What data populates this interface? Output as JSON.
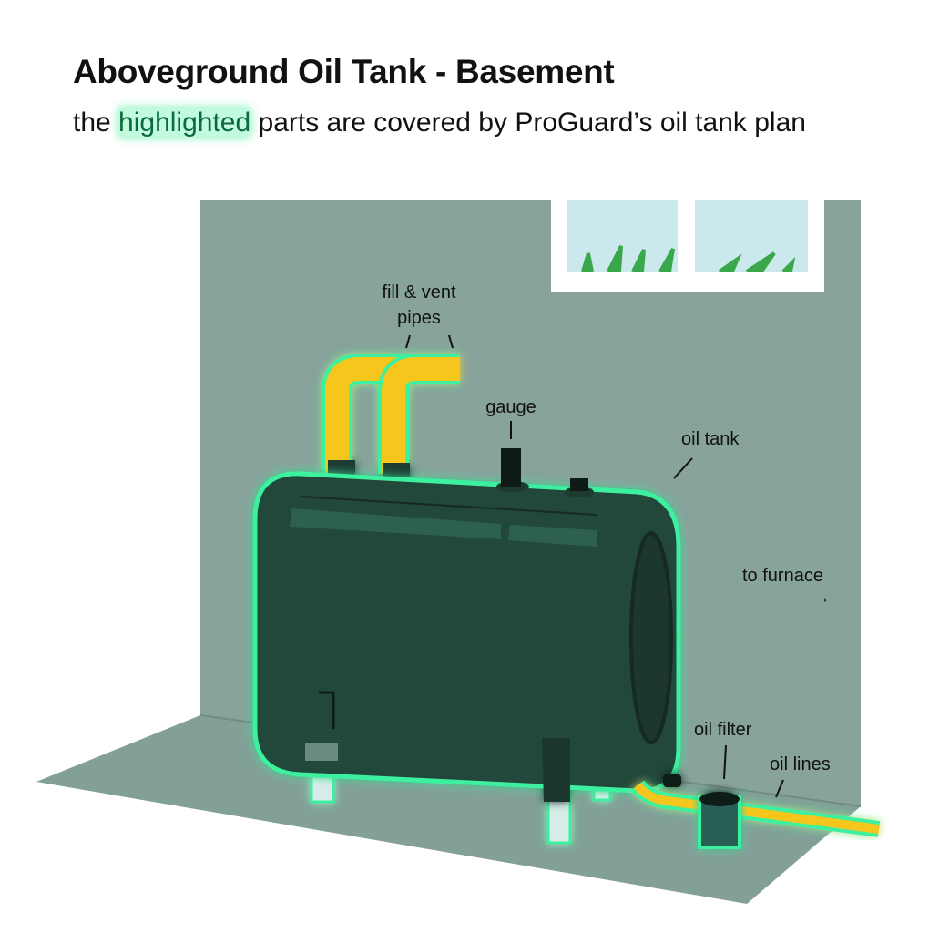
{
  "title": "Aboveground Oil Tank - Basement",
  "subtitle": {
    "before": "the ",
    "highlight": "highlighted",
    "after": " parts are covered by ProGuard’s oil tank plan"
  },
  "labels": {
    "fill_vent_line1": "fill & vent",
    "fill_vent_line2": "pipes",
    "gauge": "gauge",
    "oil_tank": "oil tank",
    "to_furnace": "to furnace",
    "arrow": "→",
    "oil_filter": "oil filter",
    "oil_lines": "oil lines"
  },
  "colors": {
    "wall": "#87a39b",
    "floor": "#82a097",
    "tank": "#23463a",
    "glow": "#3df0a0",
    "pipe": "#f6c61c",
    "window_glass": "#cbe9ec"
  }
}
